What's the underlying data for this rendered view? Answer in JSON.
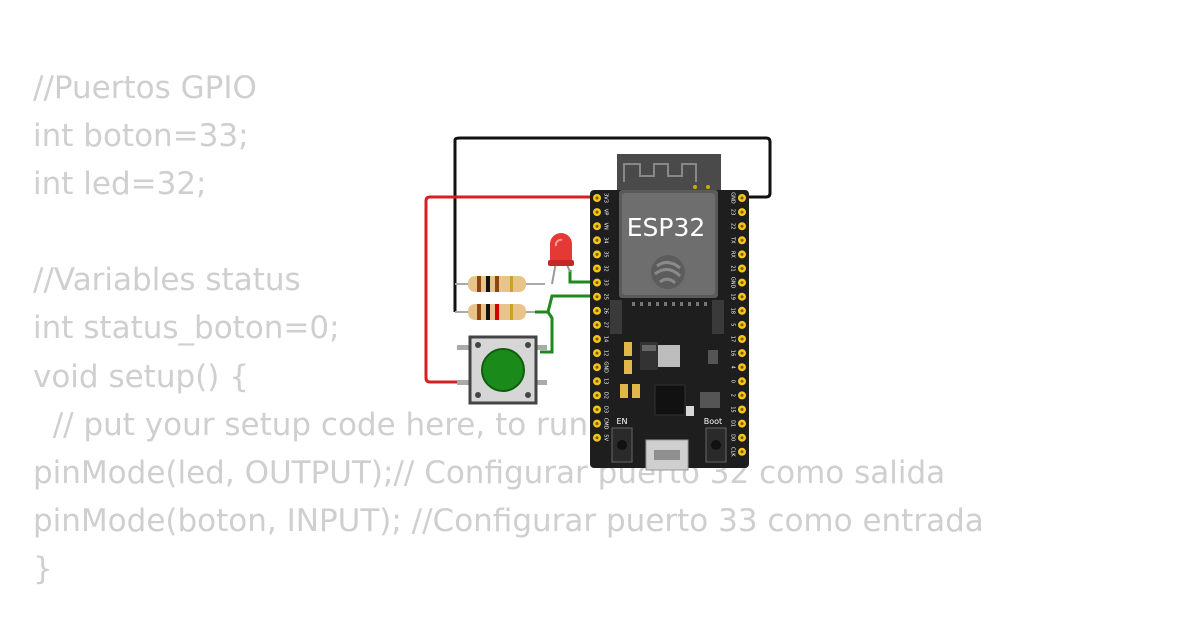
{
  "code": {
    "lines": [
      "//Puertos GPIO",
      "int boton=33;",
      "int led=32;",
      "",
      "//Variables status",
      "int status_boton=0;",
      "void setup() {",
      "  // put your setup code here, to run once:",
      "pinMode(led, OUTPUT);// Configurar puerto 32 como salida",
      "pinMode(boton, INPUT); //Configurar puerto 33 como entrada",
      "}"
    ]
  },
  "board": {
    "module_label": "ESP32",
    "left_pins": [
      "3V3",
      "VP",
      "VN",
      "34",
      "35",
      "32",
      "33",
      "25",
      "26",
      "27",
      "14",
      "12",
      "GND",
      "13",
      "D2",
      "D3",
      "CMD",
      "5V"
    ],
    "right_pins": [
      "GND",
      "23",
      "22",
      "TX",
      "RX",
      "21",
      "GND",
      "19",
      "18",
      "5",
      "17",
      "16",
      "4",
      "0",
      "2",
      "15",
      "D1",
      "D0",
      "CLK"
    ],
    "en_label": "EN",
    "boot_label": "Boot"
  },
  "colors": {
    "code_text": "#cfcfcf",
    "board": "#1e1e1e",
    "pin_pad": "#f5c518",
    "wire_power": "#d42020",
    "wire_ground": "#111111",
    "wire_signal": "#1e8a1e",
    "led": "#e53935",
    "button_cap": "#1a8a1a"
  }
}
